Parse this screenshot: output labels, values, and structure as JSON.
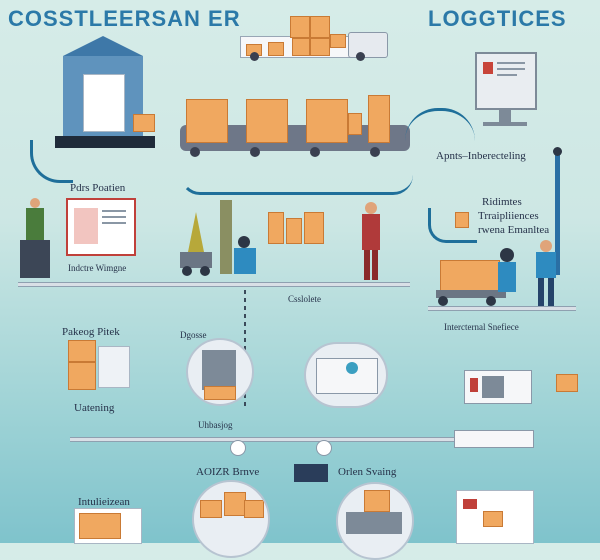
{
  "header": {
    "title_left": "COSSTLEERSAN ER",
    "title_right": "LOGGTICES"
  },
  "labels": {
    "pdrs_poatien": "Pdrs Poatien",
    "indctre_wimgne": "Indctre Wimgne",
    "apnts": "Apnts–Inberecteling",
    "ridimtes_1": "Ridimtes",
    "ridimtes_2": "Trraipliiences",
    "ridimtes_3": "rwena Emanltea",
    "csslolete": "Csslolete",
    "intercternal": "Intercternal Snefiece",
    "pakeog_pitek": "Pakeog Pitek",
    "dgosse": "Dgosse",
    "uatening": "Uatening",
    "uhbasjog": "Uhbasjog",
    "aoizr_brnve": "AOIZR Brnve",
    "orlen_svaing": "Orlen Svaing",
    "intulieizean": "Intulieizean"
  },
  "colors": {
    "title": "#2b79a8",
    "box": "#f0a860",
    "belt": "#6e7788",
    "accent": "#1f6f9a"
  }
}
